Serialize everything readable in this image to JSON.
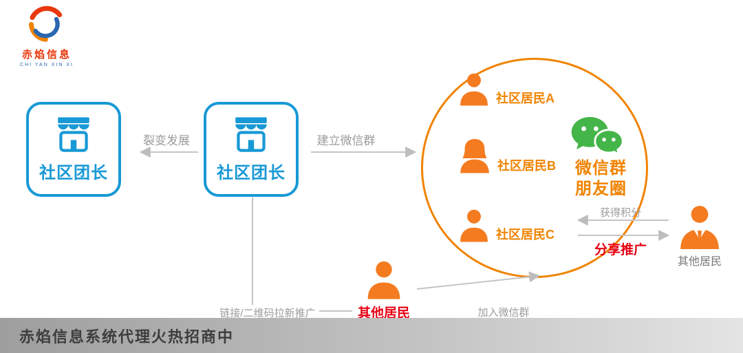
{
  "logo": {
    "title": "赤焰信息",
    "subtitle": "CHI YAN XIN XI"
  },
  "nodes": {
    "leader_left": {
      "label": "社区团长"
    },
    "leader_mid": {
      "label": "社区团长"
    },
    "residents": [
      {
        "label": "社区居民A"
      },
      {
        "label": "社区居民B"
      },
      {
        "label": "社区居民C"
      }
    ],
    "wechat": {
      "line1": "微信群",
      "line2": "朋友圈"
    },
    "other_right": {
      "label": "其他居民"
    },
    "other_bottom": {
      "label": "其他居民"
    }
  },
  "connectors": {
    "fission": {
      "label": "裂变发展"
    },
    "create_group": {
      "label": "建立微信群"
    },
    "gain_points": {
      "label": "获得积分"
    },
    "share_promo": {
      "label": "分享推广"
    },
    "link_qr": {
      "label": "链接/二维码拉新推广"
    },
    "join_group": {
      "label": "加入微信群"
    }
  },
  "footer": {
    "text": "赤焰信息系统代理火热招商中"
  },
  "icons": {
    "logo": "swirl-flame-logo-icon",
    "leader": "storefront-icon",
    "resident": "person-bust-icon",
    "wechat": "wechat-chat-bubbles-icon"
  },
  "colors": {
    "blue": "#1799d6",
    "orange": "#f08300",
    "person_orange": "#f47b20",
    "green": "#44b549",
    "red": "#e60012",
    "gray_label": "#9b9b9b"
  }
}
